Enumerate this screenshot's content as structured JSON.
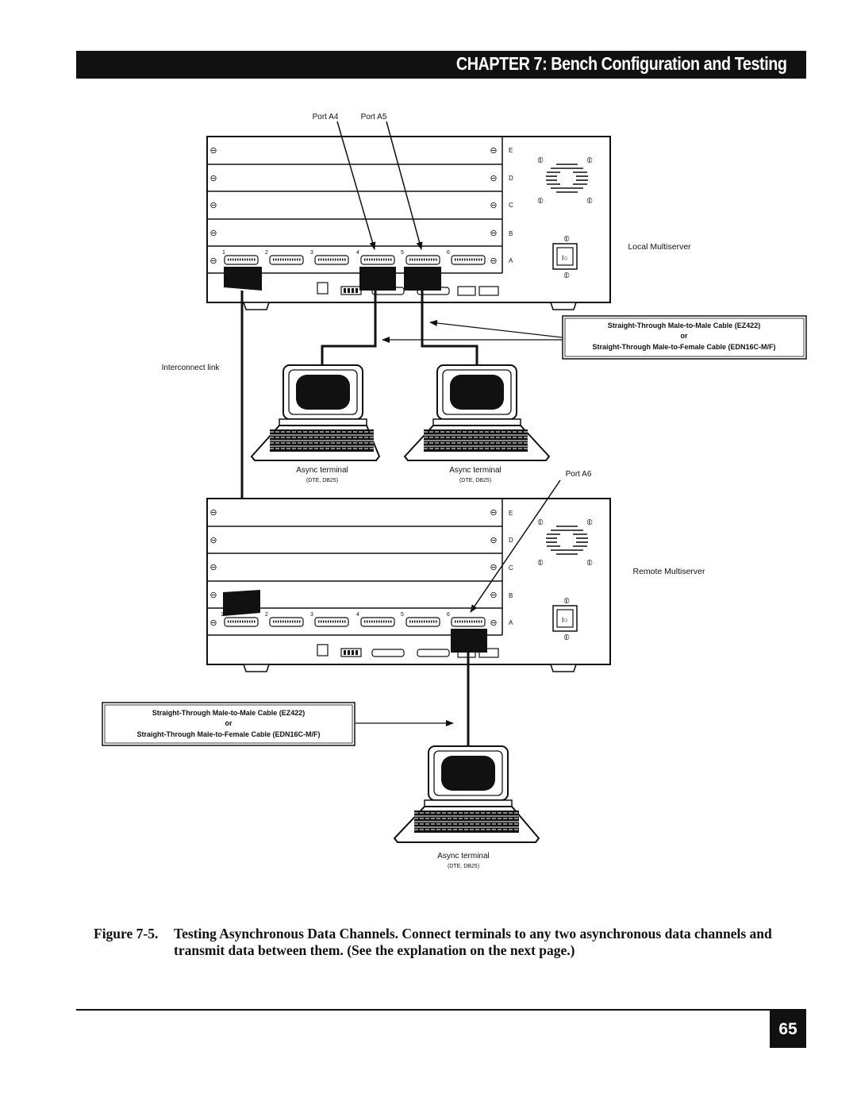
{
  "header": {
    "chapter_title": "CHAPTER 7: Bench Configuration and Testing"
  },
  "diagram": {
    "local": {
      "label": "Local Multiserver",
      "port_a4_label": "Port A4",
      "port_a5_label": "Port A5",
      "slot_letters": [
        "E",
        "D",
        "C",
        "B",
        "A"
      ],
      "port_numbers": [
        "1",
        "2",
        "3",
        "4",
        "5",
        "6"
      ]
    },
    "remote": {
      "label": "Remote Multiserver",
      "port_a6_label": "Port A6",
      "slot_letters": [
        "E",
        "D",
        "C",
        "B",
        "A"
      ],
      "port_numbers": [
        "1",
        "2",
        "3",
        "4",
        "5",
        "6"
      ]
    },
    "cable_box_top": {
      "line1": "Straight-Through Male-to-Male Cable (EZ422)",
      "line2": "or",
      "line3": "Straight-Through Male-to-Female Cable (EDN16C-M/F)"
    },
    "cable_box_bottom": {
      "line1": "Straight-Through Male-to-Male Cable (EZ422)",
      "line2": "or",
      "line3": "Straight-Through Male-to-Female Cable (EDN16C-M/F)"
    },
    "interconnect_label": "Interconnect link",
    "terminals": [
      {
        "label": "Async terminal",
        "sub": "(DTE, DB25)"
      },
      {
        "label": "Async terminal",
        "sub": "(DTE, DB25)"
      },
      {
        "label": "Async terminal",
        "sub": "(DTE, DB25)"
      }
    ]
  },
  "caption": {
    "number": "Figure 7-5.",
    "text": "Testing Asynchronous Data Channels. Connect terminals to any two asynchronous data channels and transmit data between them. (See the explanation on the next page.)"
  },
  "footer": {
    "page_number": "65"
  }
}
